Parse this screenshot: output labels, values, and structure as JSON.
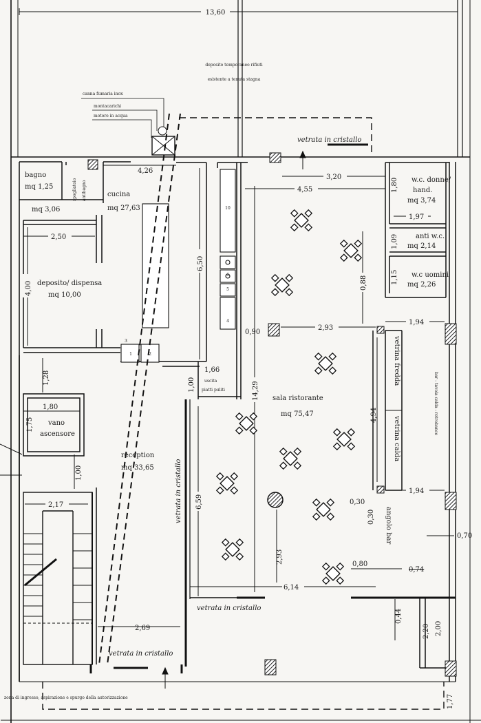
{
  "labels": {
    "deposito": [
      "deposito temporaneo rifiuti",
      "esistente a tenuta stagna"
    ],
    "canna": [
      "canna fumaria inox",
      "montacarichi",
      "motore in acqua"
    ],
    "vetrata_top": "vetrata in cristallo",
    "vetrata_reception": "vetrata in cristallo",
    "vetrata_bottom_sala": "vetrata in cristallo",
    "vetrata_bottom_reception": "vetrata in cristallo",
    "bottom_note": "zona di ingresso, aspirazione e spurgo della autorizzazione",
    "vetrina_fredda": "vetrina fredda",
    "vetrina_calda": "vetrina calda",
    "angolo_bar": "angolo bar",
    "bar_right": "bar - tavola calda - retrobanco"
  },
  "rooms": {
    "bagno": [
      "bagno",
      "mq 1,25"
    ],
    "spogliatoio": [
      "spogliatoio",
      "antibagno"
    ],
    "spogliatoio_area": "mq 3,06",
    "cucina": [
      "cucina",
      "mq 27,63"
    ],
    "deposito": [
      "deposito/ dispensa",
      "mq 10,00"
    ],
    "wc_donne": [
      "w.c. donne/",
      "hand.",
      "mq 3,74"
    ],
    "anti_wc": [
      "anti w.c.",
      "mq 2,14"
    ],
    "wc_uomini": [
      "w.c uomini",
      "mq 2,26"
    ],
    "uscita": [
      "uscita",
      "piatti puliti"
    ],
    "vano": [
      "vano",
      "ascensore"
    ],
    "reception": [
      "reception",
      "mq 33,65"
    ],
    "sala": [
      "sala ristorante",
      "mq 75,47"
    ]
  },
  "dims": {
    "d1360": "13,60",
    "d426": "4,26",
    "d320": "3,20",
    "d455": "4,55",
    "d250": "2,50",
    "d400": "4,00",
    "d650": "6,50",
    "d180v": "1,80",
    "d197": "1,97",
    "d109": "1,09",
    "d115": "1,15",
    "d088": "0,88",
    "d090": "0,90",
    "d293a": "2,93",
    "d194a": "1,94",
    "d166": "1,66",
    "d100a": "1,00",
    "d128": "1,28",
    "d180h": "1,80",
    "d175": "1,75",
    "d1429": "14,29",
    "d100b": "1,00",
    "d494": "4,94",
    "d030a": "0,30",
    "d030b": "0,30",
    "d194b": "1,94",
    "d659": "6,59",
    "d217": "2,17",
    "d070": "0,70",
    "d293b": "2,93",
    "d080": "0,80",
    "d074": "0,74",
    "d614": "6,14",
    "d269": "2,69",
    "d044": "0,44",
    "d220": "2,20",
    "d200": "2,00",
    "d177": "1,77"
  },
  "fixtures": {
    "f10": "10",
    "f6": "6",
    "f5": "5",
    "f4": "4",
    "f3": "3",
    "f2": "2",
    "f1": "1"
  }
}
